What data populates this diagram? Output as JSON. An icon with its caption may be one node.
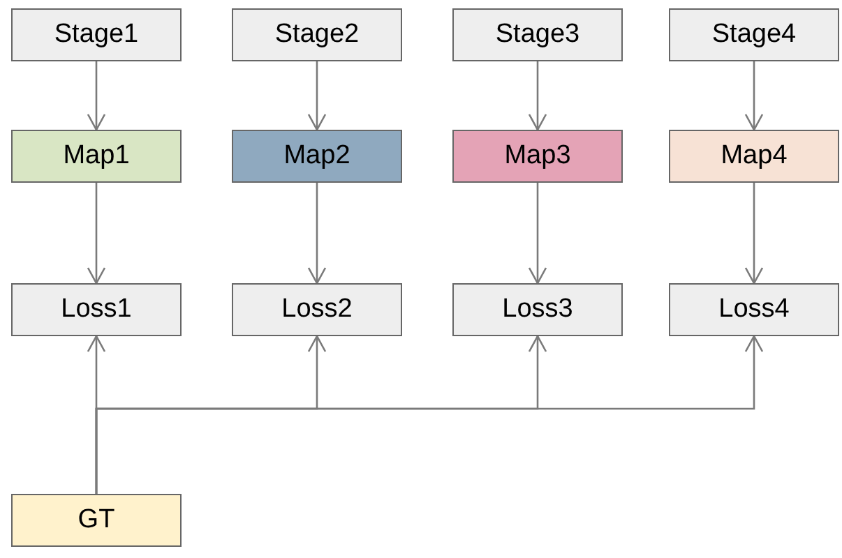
{
  "diagram": {
    "nodes": [
      {
        "text": [
          "Stage1"
        ]
      },
      {
        "text": [
          "Stage2"
        ]
      },
      {
        "text": [
          "Stage3"
        ]
      },
      {
        "text": [
          "Stage4"
        ]
      },
      {
        "text": [
          "Map1"
        ]
      },
      {
        "text": [
          "Map2"
        ]
      },
      {
        "text": [
          "Map3"
        ]
      },
      {
        "text": [
          "Map4"
        ]
      },
      {
        "text": [
          "Loss1"
        ]
      },
      {
        "text": [
          "Loss2"
        ]
      },
      {
        "text": [
          "Loss3"
        ]
      },
      {
        "text": [
          "Loss4"
        ]
      },
      {
        "text": [
          "GT"
        ]
      }
    ],
    "edges": [
      {
        "from": 0,
        "to": 4,
        "arrow": "to"
      },
      {
        "from": 1,
        "to": 5,
        "arrow": "to"
      },
      {
        "from": 2,
        "to": 6,
        "arrow": "to"
      },
      {
        "from": 3,
        "to": 7,
        "arrow": "to"
      },
      {
        "from": 4,
        "to": 8,
        "arrow": "to"
      },
      {
        "from": 5,
        "to": 9,
        "arrow": "to"
      },
      {
        "from": 6,
        "to": 10,
        "arrow": "to"
      },
      {
        "from": 7,
        "to": 11,
        "arrow": "to"
      },
      {
        "from": 12,
        "to": 8,
        "arrow": "to"
      },
      {
        "from": 12,
        "to": 9,
        "arrow": "to"
      },
      {
        "from": 12,
        "to": 10,
        "arrow": "to"
      },
      {
        "from": 12,
        "to": 11,
        "arrow": "to"
      }
    ]
  }
}
